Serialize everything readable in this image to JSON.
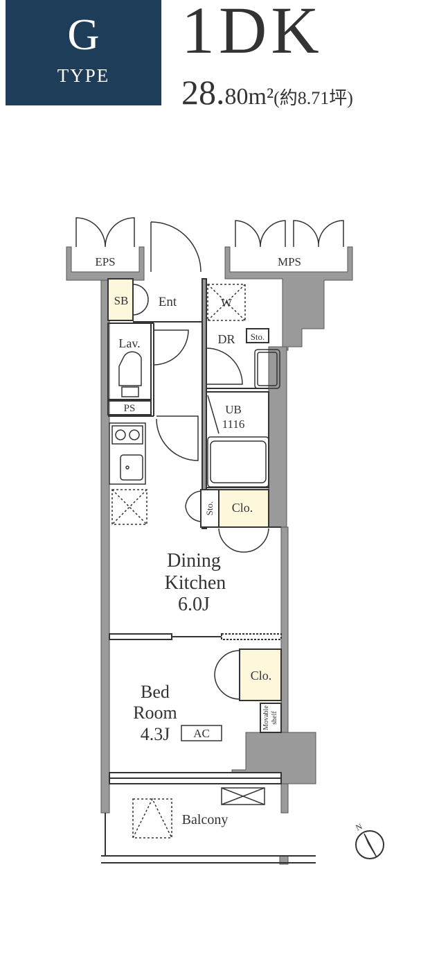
{
  "header": {
    "type_letter": "G",
    "type_word": "TYPE",
    "layout": "1DK",
    "area_integer": "28.",
    "area_decimal": "80",
    "area_unit": "m²",
    "area_tsubo": "(約8.71坪)"
  },
  "rooms": {
    "eps": "EPS",
    "mps": "MPS",
    "sb": "SB",
    "ent": "Ent",
    "w": "W",
    "dr": "DR",
    "sto_dr": "Sto.",
    "lav": "Lav.",
    "ps": "PS",
    "ub_line1": "UB",
    "ub_line2": "1116",
    "sto_kitchen": "Sto.",
    "clo_kitchen": "Clo.",
    "dk_line1": "Dining",
    "dk_line2": "Kitchen",
    "dk_line3": "6.0J",
    "clo_bed": "Clo.",
    "movable_line1": "Movable",
    "movable_line2": "shelf",
    "bed_line1": "Bed",
    "bed_line2": "Room",
    "bed_line3": "4.3J",
    "ac": "AC",
    "balcony": "Balcony",
    "north": "N"
  },
  "colors": {
    "badge": "#1e3d58",
    "wall": "#9a9a9a",
    "storage_fill": "#fdf7dc",
    "line": "#333333"
  }
}
